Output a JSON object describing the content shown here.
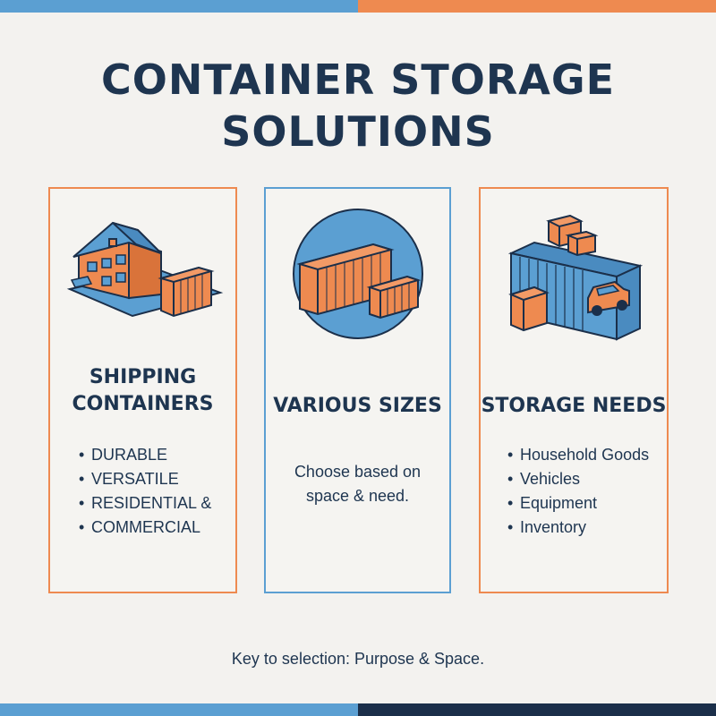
{
  "page": {
    "title_line1": "CONTAINER STORAGE",
    "title_line2": "SOLUTIONS",
    "footer": "Key to selection: Purpose & Space."
  },
  "cards": [
    {
      "title_line1": "SHIPPING",
      "title_line2": "CONTAINERS",
      "items": [
        "DURABLE",
        "VERSATILE",
        "RESIDENTIAL &",
        "COMMERCIAL"
      ],
      "icon": "house-with-container-icon"
    },
    {
      "title_line1": "VARIOUS SIZES",
      "description_line1": "Choose based on",
      "description_line2": "space & need.",
      "icon": "shipping-containers-icon"
    },
    {
      "title_line1": "STORAGE NEEDS",
      "items": [
        "Household Goods",
        "Vehicles",
        "Equipment",
        "Inventory"
      ],
      "icon": "storage-unit-icon"
    }
  ],
  "colors": {
    "orange": "#ee8a50",
    "blue": "#5b9fd2",
    "navy": "#1e3550",
    "background": "#f3f2ef"
  }
}
